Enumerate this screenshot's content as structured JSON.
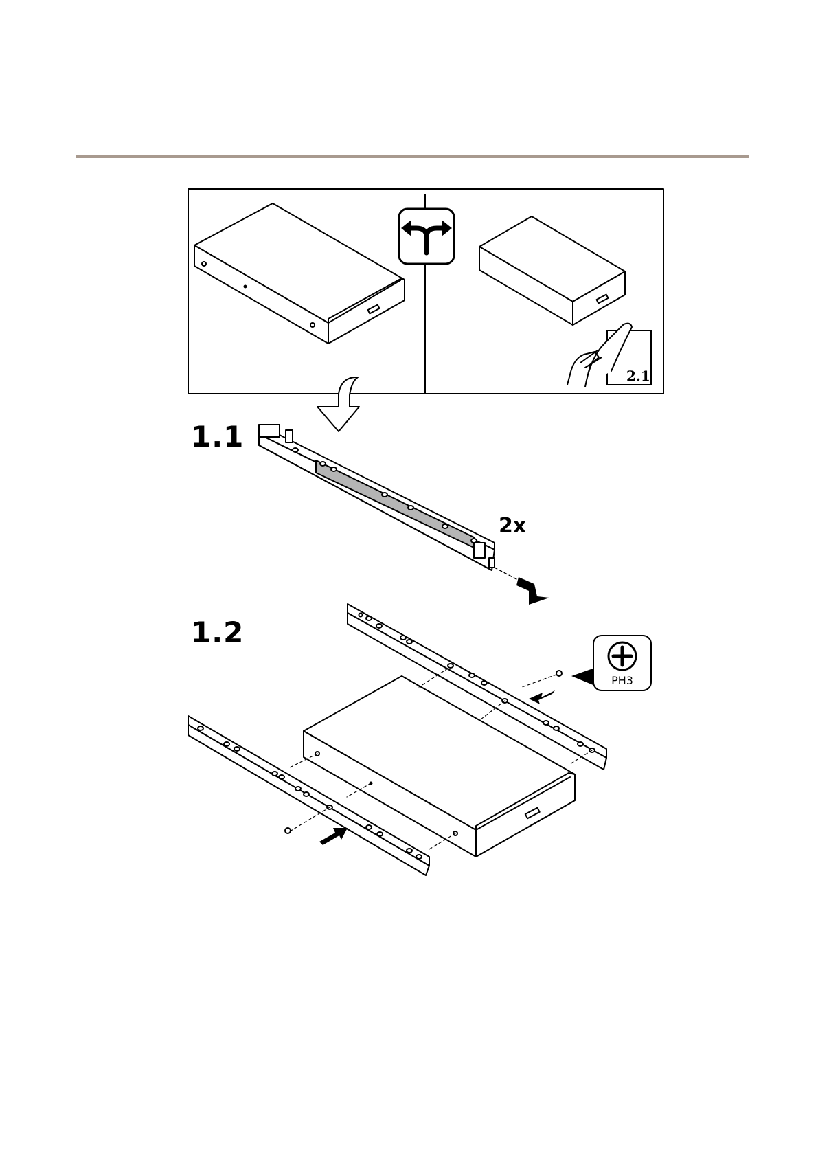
{
  "header": {
    "rule_color": "#a89a8f"
  },
  "panel": {
    "ref_step": "2.1",
    "choice_icon": "split-arrow-icon"
  },
  "steps": [
    {
      "label": "1.1",
      "quantity": "2x"
    },
    {
      "label": "1.2",
      "tool": "PH3",
      "tool_icon": "phillips-screwdriver-icon"
    }
  ]
}
